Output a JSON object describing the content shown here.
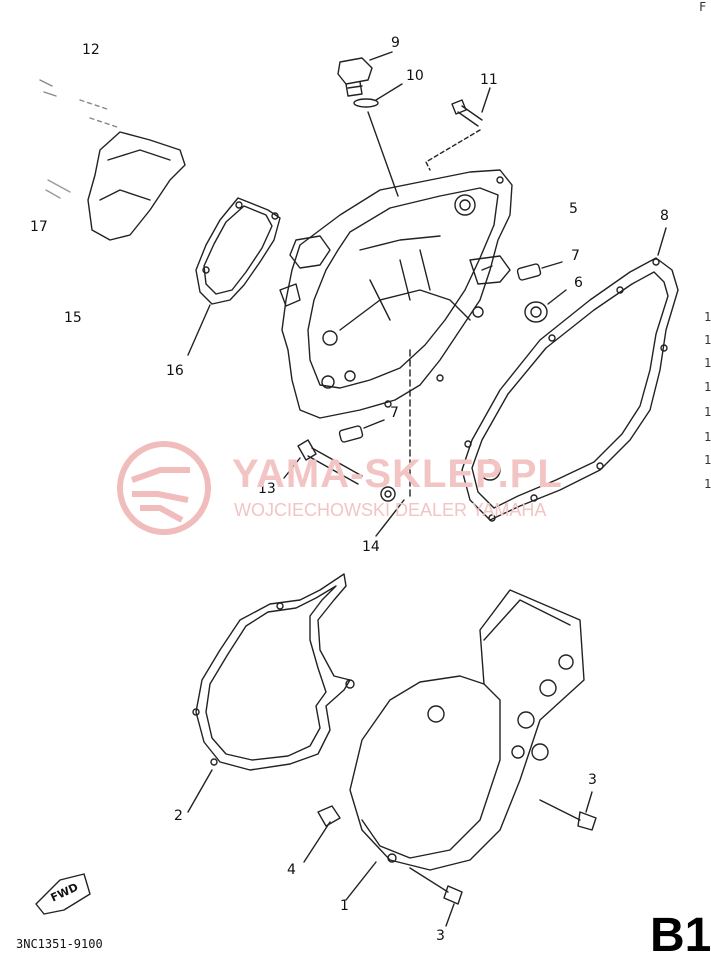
{
  "callouts": [
    "1",
    "2",
    "3",
    "3",
    "4",
    "5",
    "6",
    "7",
    "7",
    "8",
    "9",
    "10",
    "11",
    "12",
    "13",
    "14",
    "15",
    "16",
    "17"
  ],
  "fwd_label": "FWD",
  "part_code": "3NC1351-9100",
  "page_label": "B1",
  "watermark": {
    "title": "YAMA-SKLEP.PL",
    "subtitle": "WOJCIECHOWSKI DEALER YAMAHA"
  },
  "edge_fragments": [
    "F",
    "1",
    "1",
    "1",
    "1",
    "1",
    "1",
    "1",
    "1"
  ],
  "colors": {
    "line": "#222222",
    "watermark": "#f2c4c4"
  }
}
